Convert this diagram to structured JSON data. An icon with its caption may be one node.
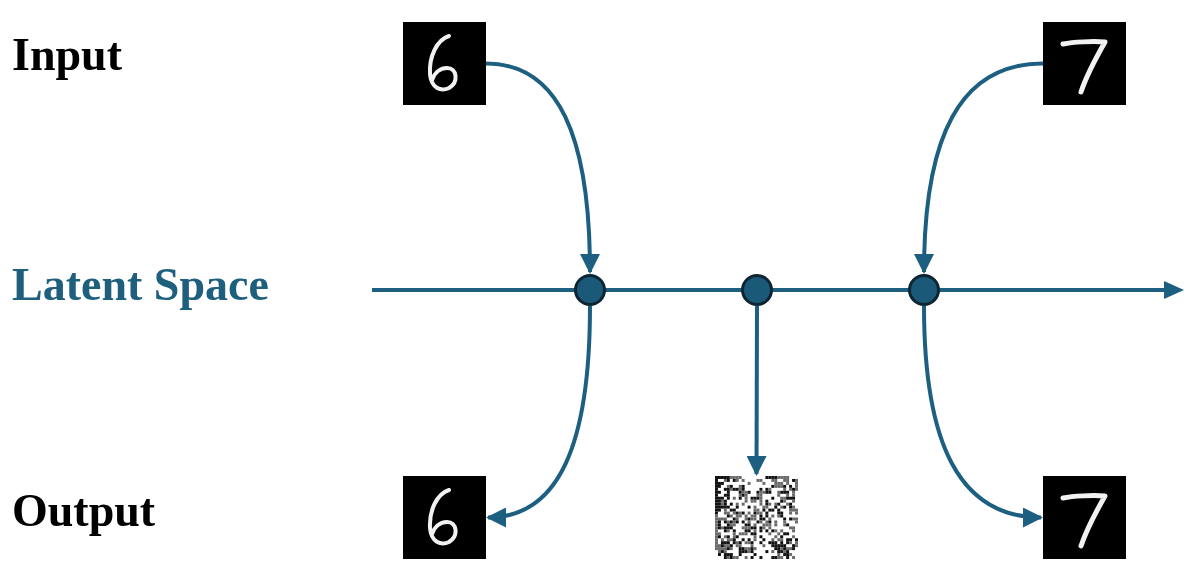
{
  "diagram": {
    "nodes": [
      {
        "text": [],
        "shape": "picture"
      },
      {
        "text": [],
        "shape": "picture"
      },
      {
        "text": [],
        "shape": "circle"
      },
      {
        "text": [],
        "shape": "circle"
      },
      {
        "text": [],
        "shape": "circle"
      },
      {
        "text": [],
        "shape": "picture"
      },
      {
        "text": [],
        "shape": "picture"
      },
      {
        "text": [],
        "shape": "picture"
      }
    ],
    "edges": [
      {
        "from": 0,
        "to": 2,
        "arrow": "to"
      },
      {
        "from": 1,
        "to": 4,
        "arrow": "to"
      },
      {
        "from": 2,
        "to": 5,
        "arrow": "to"
      },
      {
        "from": 3,
        "to": 6,
        "arrow": "to"
      },
      {
        "from": 4,
        "to": 7,
        "arrow": "to"
      }
    ],
    "labels": [
      "Input",
      "Latent Space",
      "Output"
    ]
  }
}
